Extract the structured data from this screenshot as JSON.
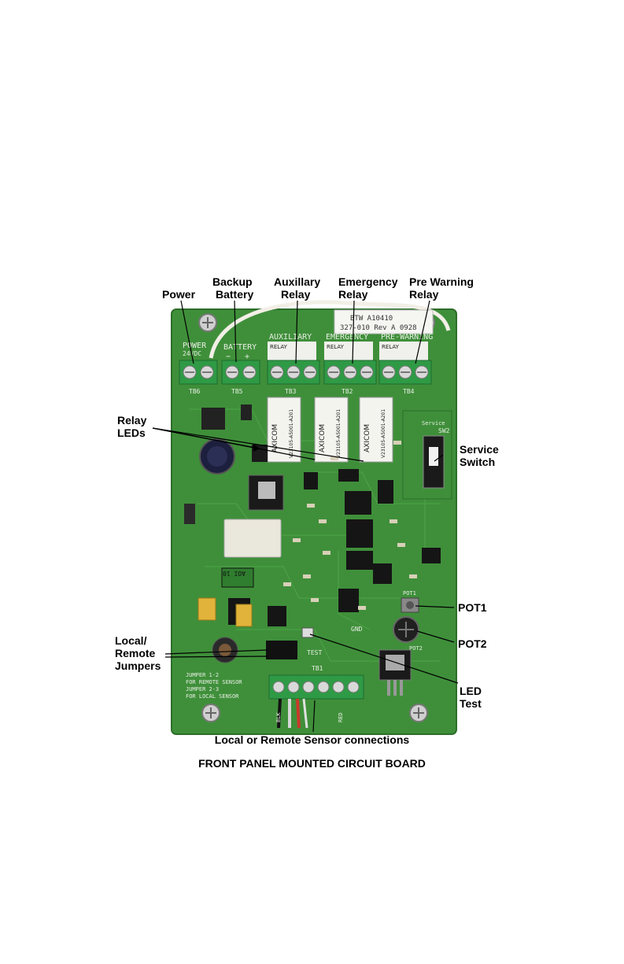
{
  "callouts": {
    "power": "Power",
    "backup_battery_1": "Backup",
    "backup_battery_2": "Battery",
    "auxillary_relay_1": "Auxillary",
    "auxillary_relay_2": "Relay",
    "emergency_relay_1": "Emergency",
    "emergency_relay_2": "Relay",
    "prewarning_relay_1": "Pre Warning",
    "prewarning_relay_2": "Relay",
    "relay_leds_1": "Relay",
    "relay_leds_2": "LEDs",
    "service_switch_1": "Service",
    "service_switch_2": "Switch",
    "pot1": "POT1",
    "pot2": "POT2",
    "local_remote_1": "Local/",
    "local_remote_2": "Remote",
    "local_remote_3": "Jumpers",
    "led_test_1": "LED",
    "led_test_2": "Test",
    "sensor_connections": "Local or Remote Sensor connections"
  },
  "caption": "FRONT PANEL MOUNTED CIRCUIT BOARD",
  "board": {
    "silk": {
      "power": "POWER",
      "power_v": "24VDC",
      "battery": "BATTERY",
      "auxiliary": "AUXILIARY",
      "emergency": "EMERGENCY",
      "prewarning": "PRE-WARNING",
      "relay": "RELAY",
      "tb6": "TB6",
      "tb5": "TB5",
      "tb3": "TB3",
      "tb2": "TB2",
      "tb4": "TB4",
      "tb1": "TB1",
      "service": "Service",
      "sw2": "SW2",
      "test": "TEST",
      "gnd": "GND",
      "pot1": "POT1",
      "pot2": "POT2",
      "jumper_note_1": "JUMPER 1-2",
      "jumper_note_2": "FOR REMOTE SENSOR",
      "jumper_note_3": "JUMPER 2-3",
      "jumper_note_4": "FOR LOCAL SENSOR",
      "blk": "BLK",
      "red": "RED",
      "aoi": "AOI 10"
    },
    "label_sticker": {
      "line1": "BTW  A10410",
      "line2": "327-010   Rev A   0928"
    },
    "relay_brand": "AXICOM",
    "relay_model": "V23105-A5001-A201"
  },
  "colors": {
    "board_green": "#3f8f3a",
    "terminal_green": "#2f9a45",
    "relay_white": "#f4f4ef"
  }
}
